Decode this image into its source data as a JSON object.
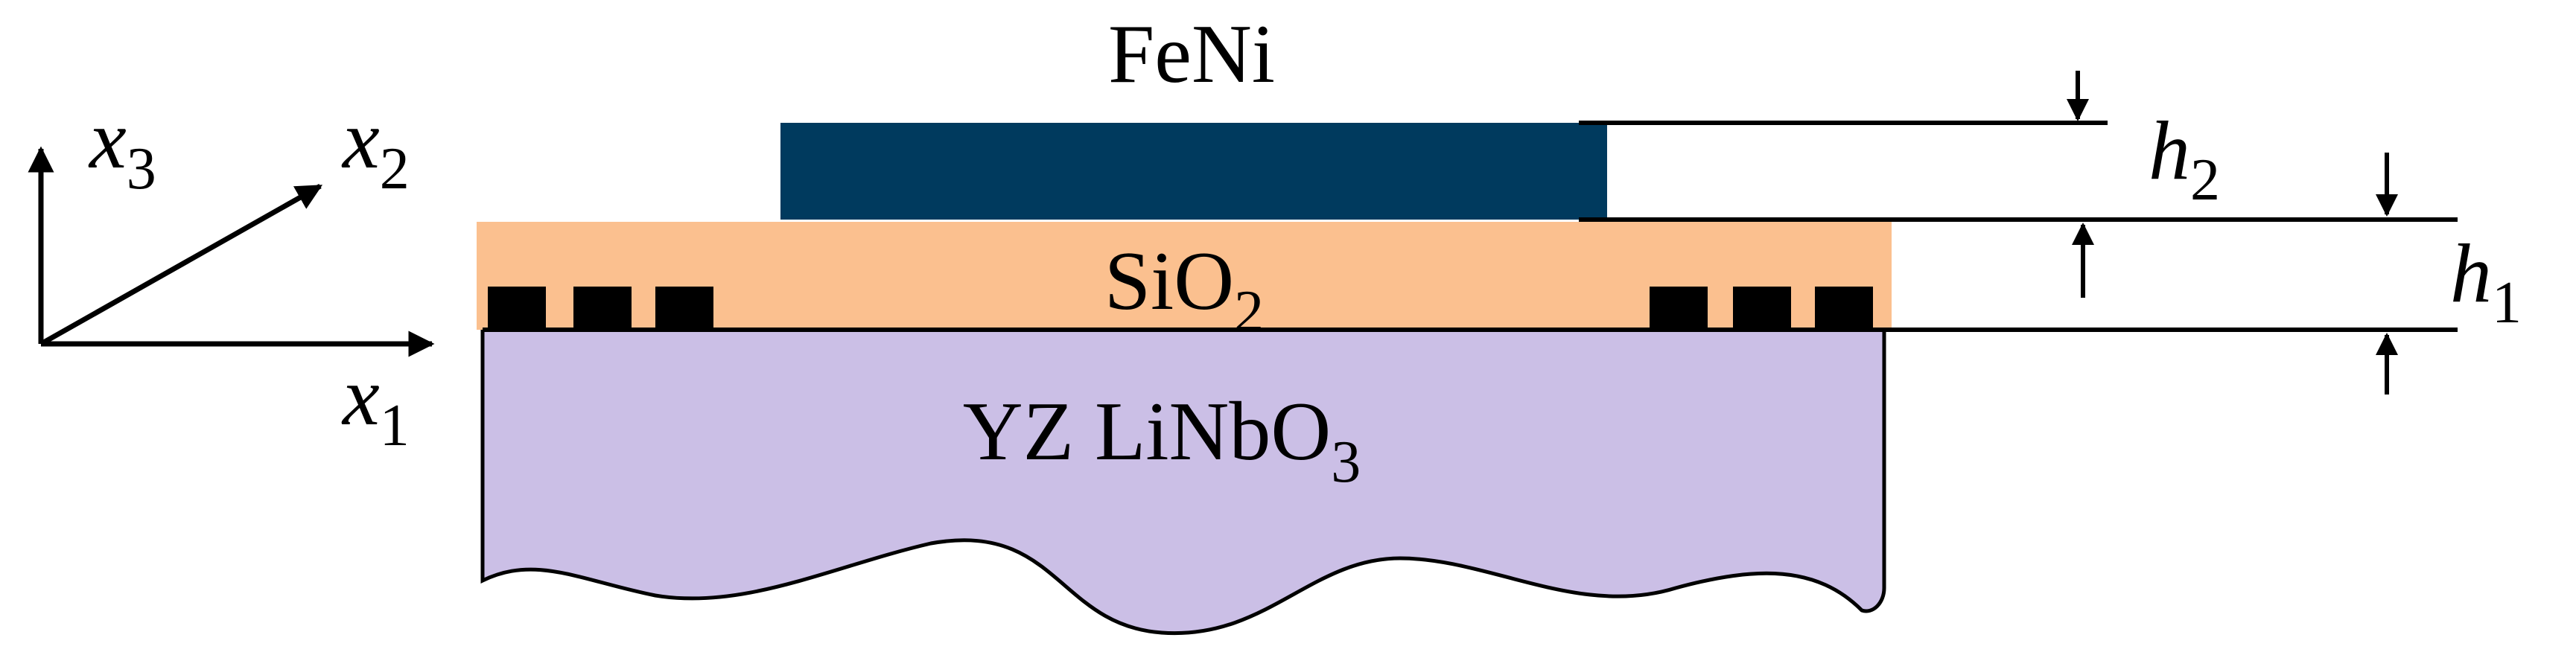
{
  "labels": {
    "film": "FeNi",
    "oxide": {
      "base": "SiO",
      "sub": "2"
    },
    "substrate": {
      "base": "YZ LiNbO",
      "sub": "3"
    },
    "h2": {
      "base": "h",
      "sub": "2"
    },
    "h1": {
      "base": "h",
      "sub": "1"
    },
    "axis_x3": {
      "base": "x",
      "sub": "3"
    },
    "axis_x2": {
      "base": "x",
      "sub": "2"
    },
    "axis_x1": {
      "base": "x",
      "sub": "1"
    }
  },
  "colors": {
    "film": "#003a5e",
    "oxide": "#fbc08f",
    "substrate": "#cbbfe6",
    "electrode": "#000000",
    "line": "#000000"
  }
}
